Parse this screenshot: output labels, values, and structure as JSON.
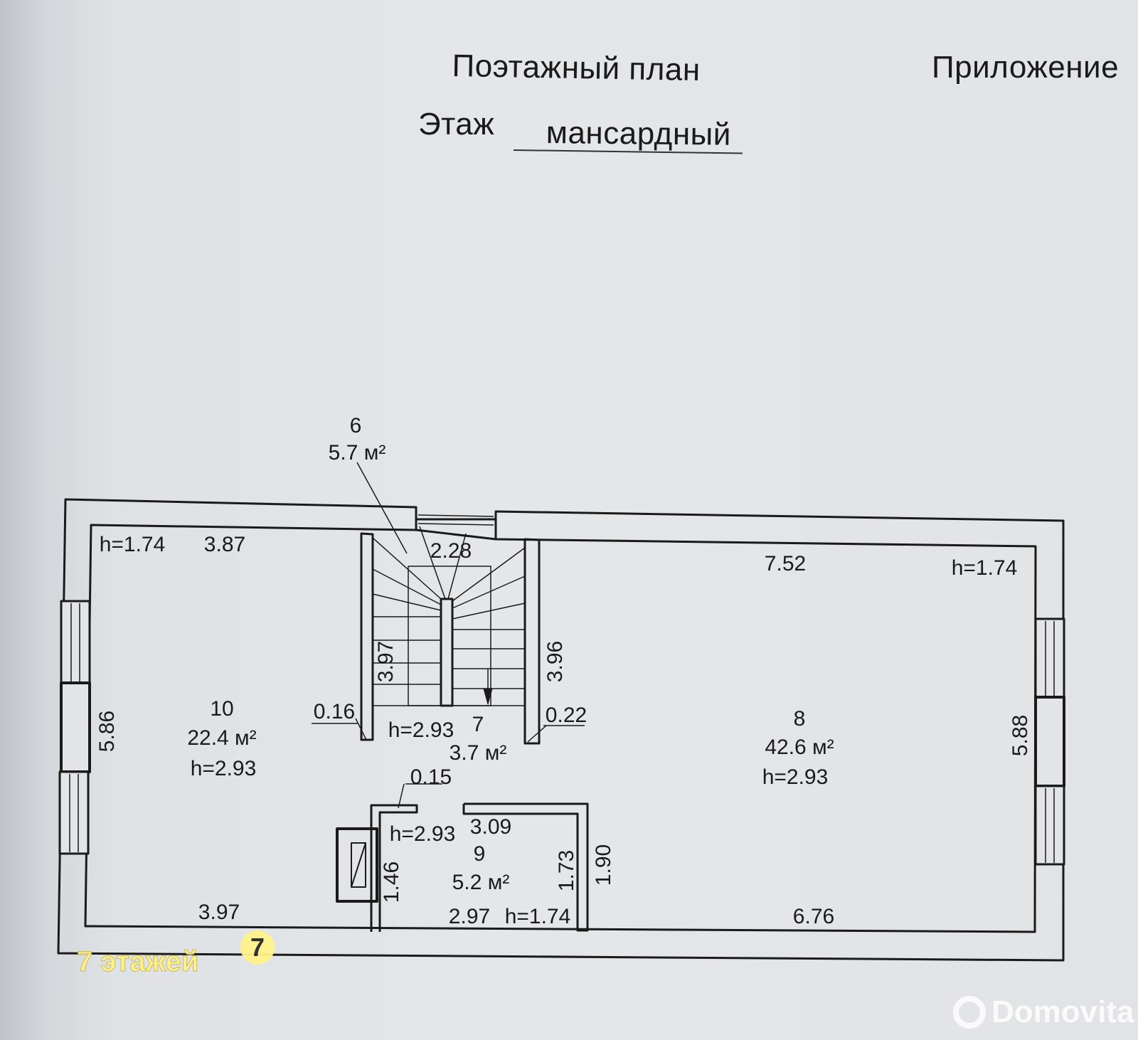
{
  "header": {
    "title": "Поэтажный план",
    "appendix": "Приложение",
    "floor_label": "Этаж",
    "floor_value": "мансардный"
  },
  "rooms": {
    "r6": {
      "number": "6",
      "area": "5.7 м²"
    },
    "r7": {
      "number": "7",
      "area": "3.7 м²",
      "height": "h=2.93"
    },
    "r8": {
      "number": "8",
      "area": "42.6 м²",
      "height": "h=2.93",
      "corner_height": "h=1.74"
    },
    "r9": {
      "number": "9",
      "area": "5.2 м²",
      "height": "h=2.93",
      "low_height": "h=1.74"
    },
    "r10": {
      "number": "10",
      "area": "22.4 м²",
      "height": "h=2.93",
      "corner_height": "h=1.74"
    }
  },
  "dimensions": {
    "r10_top": "3.87",
    "r10_bottom": "3.97",
    "r10_side": "5.86",
    "stair_width": "2.28",
    "stair_left": "3.97",
    "stair_right": "3.96",
    "wall_left": "0.16",
    "wall_right": "0.22",
    "wall_r9": "0.15",
    "r9_top": "3.09",
    "r9_bottom": "2.97",
    "r9_left": "1.46",
    "r9_right": "1.73",
    "r9_outer": "1.90",
    "r8_top": "7.52",
    "r8_bottom": "6.76",
    "r8_side": "5.88"
  },
  "watermarks": {
    "left_text": "7 этажей",
    "left_badge": "7",
    "right_text": "Domovita"
  },
  "colors": {
    "ink": "#1a1a1a",
    "paper": "#e2e4e7",
    "watermark_yellow": "#fff38a"
  }
}
